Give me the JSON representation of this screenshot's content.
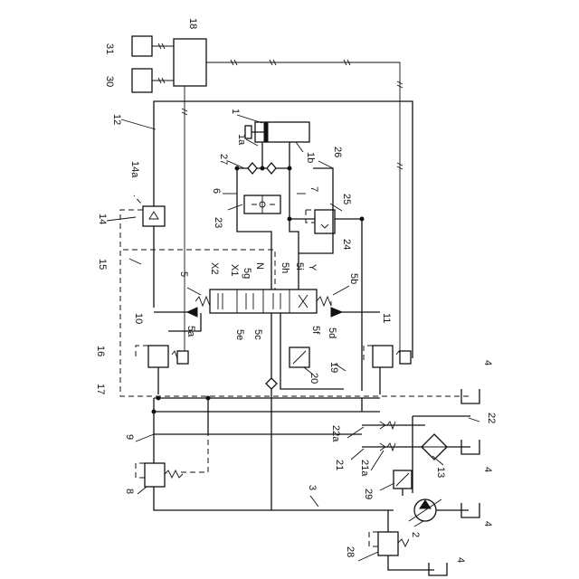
{
  "labels": {
    "l1": "1",
    "l1a": "1a",
    "l1b": "1b",
    "l2": "2",
    "l3": "3",
    "l4a": "4",
    "l4b": "4",
    "l4c": "4",
    "l4d": "4",
    "l5": "5",
    "l5a": "5a",
    "l5b": "5b",
    "l5c": "5c",
    "l5d": "5d",
    "l5e": "5e",
    "l5f": "5f",
    "l5g": "5g",
    "l5h": "5h",
    "l5i": "5i",
    "lX1": "X1",
    "lX2": "X2",
    "lN": "N",
    "lY": "Y",
    "l6": "6",
    "l7": "7",
    "l8": "8",
    "l9": "9",
    "l10": "10",
    "l11": "11",
    "l12": "12",
    "l13": "13",
    "l14": "14",
    "l14a": "14a",
    "l15": "15",
    "l16": "16",
    "l17": "17",
    "l18": "18",
    "l19": "19",
    "l20": "20",
    "l21": "21",
    "l21a": "21a",
    "l22": "22",
    "l22a": "22a",
    "l23": "23",
    "l24": "24",
    "l25": "25",
    "l26": "26",
    "l27": "27",
    "l28": "28",
    "l29": "29",
    "l30": "30",
    "l31": "31"
  }
}
